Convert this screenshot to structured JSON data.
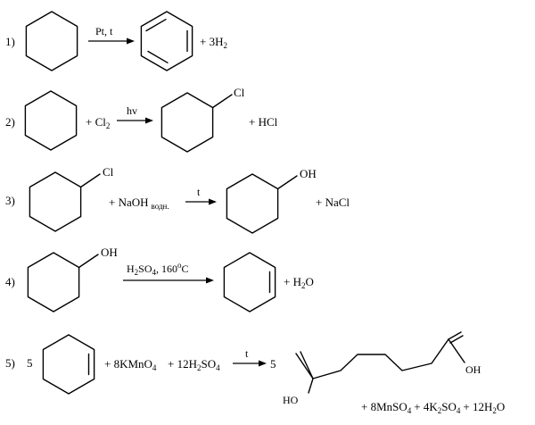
{
  "reactions": [
    {
      "number": "1)",
      "arrow_label": "Pt, t",
      "product_extra": "+ 3H",
      "product_extra_sub": "2"
    },
    {
      "number": "2)",
      "reagent": "+ Cl",
      "reagent_sub": "2",
      "arrow_label": "hv",
      "product_substituent": "Cl",
      "product_extra": "+ HCl"
    },
    {
      "number": "3)",
      "reactant_substituent": "Cl",
      "reagent": "+ NaOH",
      "reagent_sub": "водн.",
      "arrow_label": "t",
      "product_substituent": "OH",
      "product_extra": "+ NaCl"
    },
    {
      "number": "4)",
      "reactant_substituent": "OH",
      "arrow_label_main": "H",
      "arrow_label_sub1": "2",
      "arrow_label_mid": "SO",
      "arrow_label_sub2": "4",
      "arrow_label_temp": ", 160",
      "arrow_label_sup": "o",
      "arrow_label_unit": "C",
      "product_extra": "+ H",
      "product_extra_sub": "2",
      "product_extra_end": "O"
    },
    {
      "number": "5)",
      "coefficient": "5",
      "reagent_a": "+ 8KMnO",
      "reagent_a_sub": "4",
      "reagent_b": "+ 12H",
      "reagent_b_sub1": "2",
      "reagent_b_mid": "SO",
      "reagent_b_sub2": "4",
      "arrow_label": "t",
      "product_coefficient": "5",
      "product_oh_left": "HO",
      "product_oh_right": "OH",
      "byproducts": {
        "p1": "+ 8MnSO",
        "p1_sub": "4",
        "p2": "+ 4K",
        "p2_sub1": "2",
        "p2_mid": "SO",
        "p2_sub2": "4",
        "p3": "+ 12H",
        "p3_sub": "2",
        "p3_end": "O"
      }
    }
  ]
}
